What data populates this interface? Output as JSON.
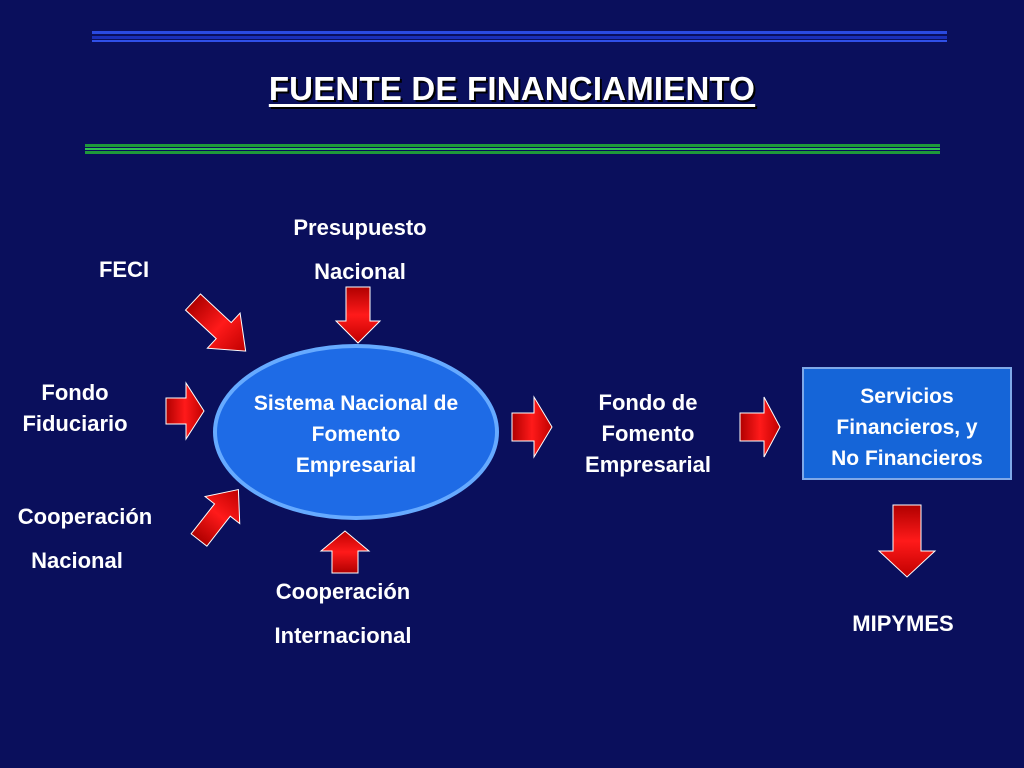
{
  "title": "FUENTE DE FINANCIAMIENTO",
  "sources": {
    "feci": "FECI",
    "presupuesto": [
      "Presupuesto",
      "Nacional"
    ],
    "fondo_fiduciario": [
      "Fondo",
      "Fiduciario"
    ],
    "cooperacion_nacional": [
      "Cooperación",
      "Nacional"
    ],
    "cooperacion_internacional": [
      "Cooperación",
      "Internacional"
    ]
  },
  "center": [
    "Sistema Nacional de",
    "Fomento",
    "Empresarial"
  ],
  "fondo_fomento": [
    "Fondo de",
    "Fomento",
    "Empresarial"
  ],
  "servicios": [
    "Servicios",
    "Financieros, y",
    "No Financieros"
  ],
  "mipymes": "MIPYMES",
  "colors": {
    "background": "#0a0f5c",
    "arrow": "#ff0000",
    "ellipse_fill": "#1e6be6",
    "ellipse_border": "#66aaff",
    "box_fill": "#1565d8",
    "rule_blue": "#1f3fd0",
    "rule_green": "#1f9a3a"
  }
}
